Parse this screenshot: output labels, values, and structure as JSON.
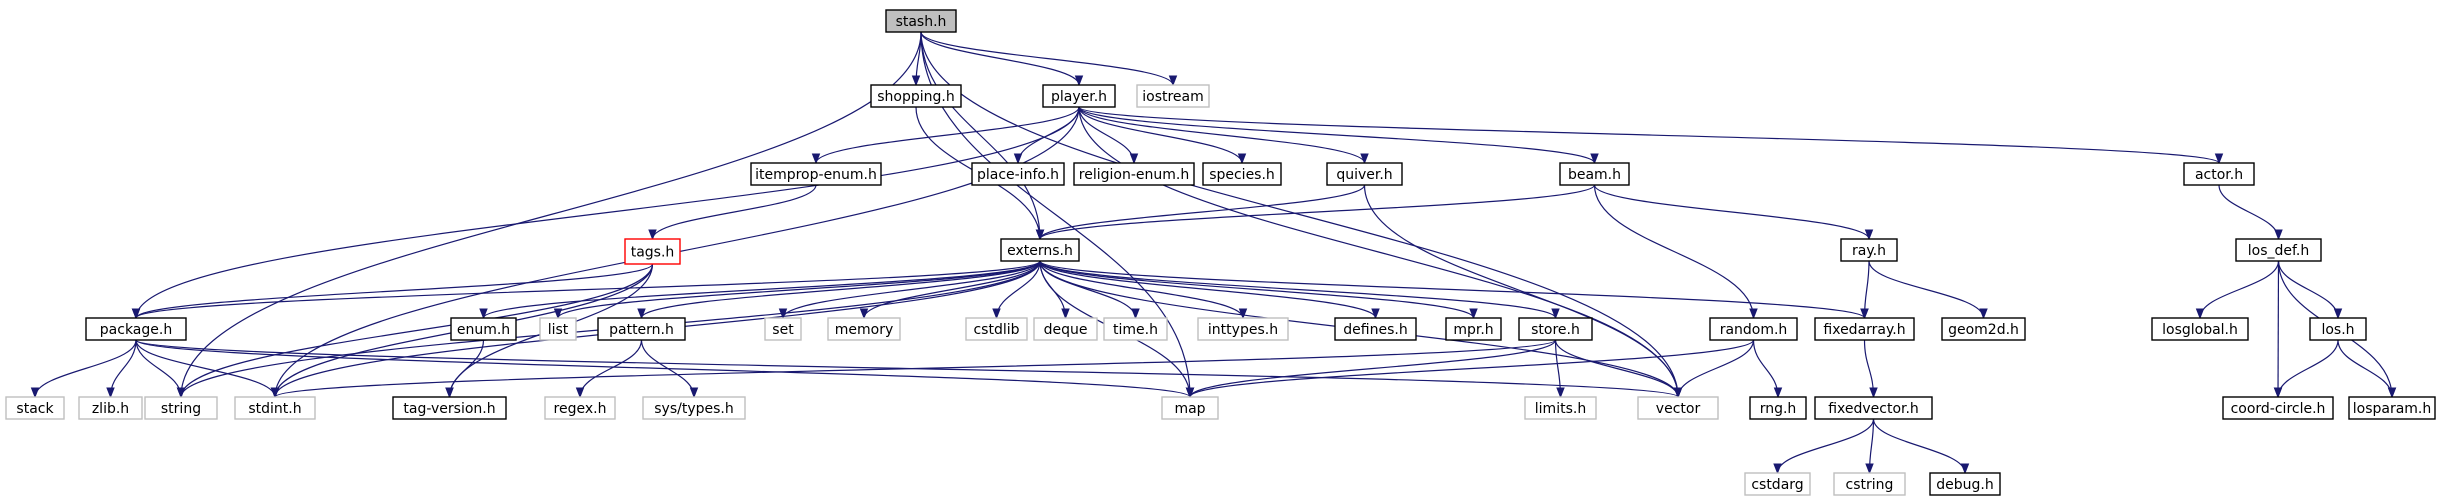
{
  "colors": {
    "edge": "#191970",
    "root_fill": "#bfbfbf",
    "solid_border": "#000000",
    "missing_border": "#bfbfbf",
    "truncated_border": "#ff0000"
  },
  "nodes": {
    "stash": {
      "label": "stash.h",
      "kind": "root"
    },
    "shopping": {
      "label": "shopping.h",
      "kind": "solid"
    },
    "player": {
      "label": "player.h",
      "kind": "solid"
    },
    "iostream": {
      "label": "iostream",
      "kind": "missing"
    },
    "itemprop_enum": {
      "label": "itemprop-enum.h",
      "kind": "solid"
    },
    "place_info": {
      "label": "place-info.h",
      "kind": "solid"
    },
    "religion_enum": {
      "label": "religion-enum.h",
      "kind": "solid"
    },
    "species": {
      "label": "species.h",
      "kind": "solid"
    },
    "quiver": {
      "label": "quiver.h",
      "kind": "solid"
    },
    "beam": {
      "label": "beam.h",
      "kind": "solid"
    },
    "actor": {
      "label": "actor.h",
      "kind": "solid"
    },
    "tags": {
      "label": "tags.h",
      "kind": "truncated"
    },
    "externs": {
      "label": "externs.h",
      "kind": "solid"
    },
    "ray": {
      "label": "ray.h",
      "kind": "solid"
    },
    "los_def": {
      "label": "los_def.h",
      "kind": "solid"
    },
    "package": {
      "label": "package.h",
      "kind": "solid"
    },
    "enum": {
      "label": "enum.h",
      "kind": "solid"
    },
    "list": {
      "label": "list",
      "kind": "missing"
    },
    "pattern": {
      "label": "pattern.h",
      "kind": "solid"
    },
    "set": {
      "label": "set",
      "kind": "missing"
    },
    "memory": {
      "label": "memory",
      "kind": "missing"
    },
    "cstdlib": {
      "label": "cstdlib",
      "kind": "missing"
    },
    "deque": {
      "label": "deque",
      "kind": "missing"
    },
    "time": {
      "label": "time.h",
      "kind": "missing"
    },
    "inttypes": {
      "label": "inttypes.h",
      "kind": "missing"
    },
    "defines": {
      "label": "defines.h",
      "kind": "solid"
    },
    "mpr": {
      "label": "mpr.h",
      "kind": "solid"
    },
    "store": {
      "label": "store.h",
      "kind": "solid"
    },
    "random": {
      "label": "random.h",
      "kind": "solid"
    },
    "fixedarray": {
      "label": "fixedarray.h",
      "kind": "solid"
    },
    "geom2d": {
      "label": "geom2d.h",
      "kind": "solid"
    },
    "losglobal": {
      "label": "losglobal.h",
      "kind": "solid"
    },
    "los": {
      "label": "los.h",
      "kind": "solid"
    },
    "stack": {
      "label": "stack",
      "kind": "missing"
    },
    "zlib": {
      "label": "zlib.h",
      "kind": "missing"
    },
    "string": {
      "label": "string",
      "kind": "missing"
    },
    "stdint": {
      "label": "stdint.h",
      "kind": "missing"
    },
    "tag_version": {
      "label": "tag-version.h",
      "kind": "solid"
    },
    "regex": {
      "label": "regex.h",
      "kind": "missing"
    },
    "sys_types": {
      "label": "sys/types.h",
      "kind": "missing"
    },
    "map": {
      "label": "map",
      "kind": "missing"
    },
    "limits": {
      "label": "limits.h",
      "kind": "missing"
    },
    "vector": {
      "label": "vector",
      "kind": "missing"
    },
    "rng": {
      "label": "rng.h",
      "kind": "solid"
    },
    "fixedvector": {
      "label": "fixedvector.h",
      "kind": "solid"
    },
    "coord_circle": {
      "label": "coord-circle.h",
      "kind": "solid"
    },
    "losparam": {
      "label": "losparam.h",
      "kind": "solid"
    },
    "cstdarg": {
      "label": "cstdarg",
      "kind": "missing"
    },
    "cstring": {
      "label": "cstring",
      "kind": "missing"
    },
    "debug": {
      "label": "debug.h",
      "kind": "solid"
    }
  },
  "edges": [
    [
      "stash",
      "shopping"
    ],
    [
      "stash",
      "player"
    ],
    [
      "stash",
      "iostream"
    ],
    [
      "stash",
      "externs"
    ],
    [
      "stash",
      "map"
    ],
    [
      "stash",
      "string"
    ],
    [
      "stash",
      "vector"
    ],
    [
      "shopping",
      "externs"
    ],
    [
      "player",
      "itemprop_enum"
    ],
    [
      "player",
      "place_info"
    ],
    [
      "player",
      "religion_enum"
    ],
    [
      "player",
      "species"
    ],
    [
      "player",
      "quiver"
    ],
    [
      "player",
      "beam"
    ],
    [
      "player",
      "actor"
    ],
    [
      "player",
      "package"
    ],
    [
      "player",
      "stdint"
    ],
    [
      "player",
      "vector"
    ],
    [
      "itemprop_enum",
      "tags"
    ],
    [
      "quiver",
      "externs"
    ],
    [
      "quiver",
      "vector"
    ],
    [
      "beam",
      "externs"
    ],
    [
      "beam",
      "ray"
    ],
    [
      "beam",
      "random"
    ],
    [
      "actor",
      "los_def"
    ],
    [
      "tags",
      "package"
    ],
    [
      "tags",
      "tag_version"
    ],
    [
      "tags",
      "stdint"
    ],
    [
      "tags",
      "string"
    ],
    [
      "externs",
      "package"
    ],
    [
      "externs",
      "enum"
    ],
    [
      "externs",
      "list"
    ],
    [
      "externs",
      "pattern"
    ],
    [
      "externs",
      "set"
    ],
    [
      "externs",
      "memory"
    ],
    [
      "externs",
      "cstdlib"
    ],
    [
      "externs",
      "deque"
    ],
    [
      "externs",
      "time"
    ],
    [
      "externs",
      "inttypes"
    ],
    [
      "externs",
      "defines"
    ],
    [
      "externs",
      "mpr"
    ],
    [
      "externs",
      "store"
    ],
    [
      "externs",
      "fixedarray"
    ],
    [
      "externs",
      "map"
    ],
    [
      "externs",
      "vector"
    ],
    [
      "externs",
      "stdint"
    ],
    [
      "externs",
      "string"
    ],
    [
      "ray",
      "fixedarray"
    ],
    [
      "ray",
      "geom2d"
    ],
    [
      "los_def",
      "losglobal"
    ],
    [
      "los_def",
      "los"
    ],
    [
      "los_def",
      "coord_circle"
    ],
    [
      "los_def",
      "losparam"
    ],
    [
      "package",
      "stack"
    ],
    [
      "package",
      "zlib"
    ],
    [
      "package",
      "string"
    ],
    [
      "package",
      "stdint"
    ],
    [
      "package",
      "map"
    ],
    [
      "package",
      "vector"
    ],
    [
      "enum",
      "tag_version"
    ],
    [
      "pattern",
      "regex"
    ],
    [
      "pattern",
      "sys_types"
    ],
    [
      "store",
      "limits"
    ],
    [
      "store",
      "map"
    ],
    [
      "store",
      "vector"
    ],
    [
      "store",
      "stdint"
    ],
    [
      "random",
      "rng"
    ],
    [
      "random",
      "map"
    ],
    [
      "random",
      "vector"
    ],
    [
      "fixedarray",
      "fixedvector"
    ],
    [
      "los",
      "coord_circle"
    ],
    [
      "los",
      "losparam"
    ],
    [
      "fixedvector",
      "cstdarg"
    ],
    [
      "fixedvector",
      "cstring"
    ],
    [
      "fixedvector",
      "debug"
    ]
  ]
}
